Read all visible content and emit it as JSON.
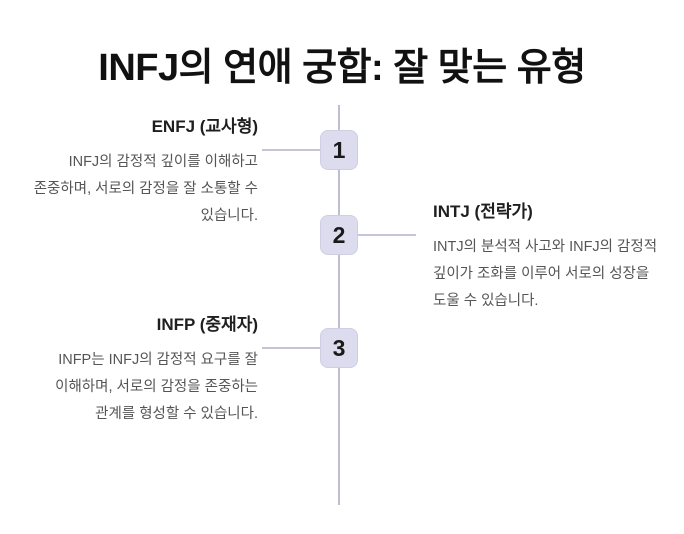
{
  "page": {
    "title": "INFJ의 연애 궁합: 잘 맞는 유형",
    "background_color": "#ffffff",
    "title_color": "#111111",
    "heading_color": "#1f1f1f",
    "body_color": "#555555"
  },
  "timeline": {
    "line_color": "#bdbdd4",
    "connector_color": "#c5c5d8",
    "badge_fill": "#dcdcee",
    "badge_border": "#cfcfe4",
    "badge_text_color": "#1a1a1a",
    "items": [
      {
        "number": "1",
        "side": "left",
        "heading": "ENFJ (교사형)",
        "body": "INFJ의 감정적 깊이를 이해하고 존중하며, 서로의 감정을 잘 소통할 수 있습니다."
      },
      {
        "number": "2",
        "side": "right",
        "heading": "INTJ (전략가)",
        "body": "INTJ의 분석적 사고와 INFJ의 감정적 깊이가 조화를 이루어 서로의 성장을 도울 수 있습니다."
      },
      {
        "number": "3",
        "side": "left",
        "heading": "INFP (중재자)",
        "body": "INFP는 INFJ의 감정적 요구를 잘 이해하며, 서로의 감정을 존중하는 관계를 형성할 수 있습니다."
      }
    ]
  }
}
